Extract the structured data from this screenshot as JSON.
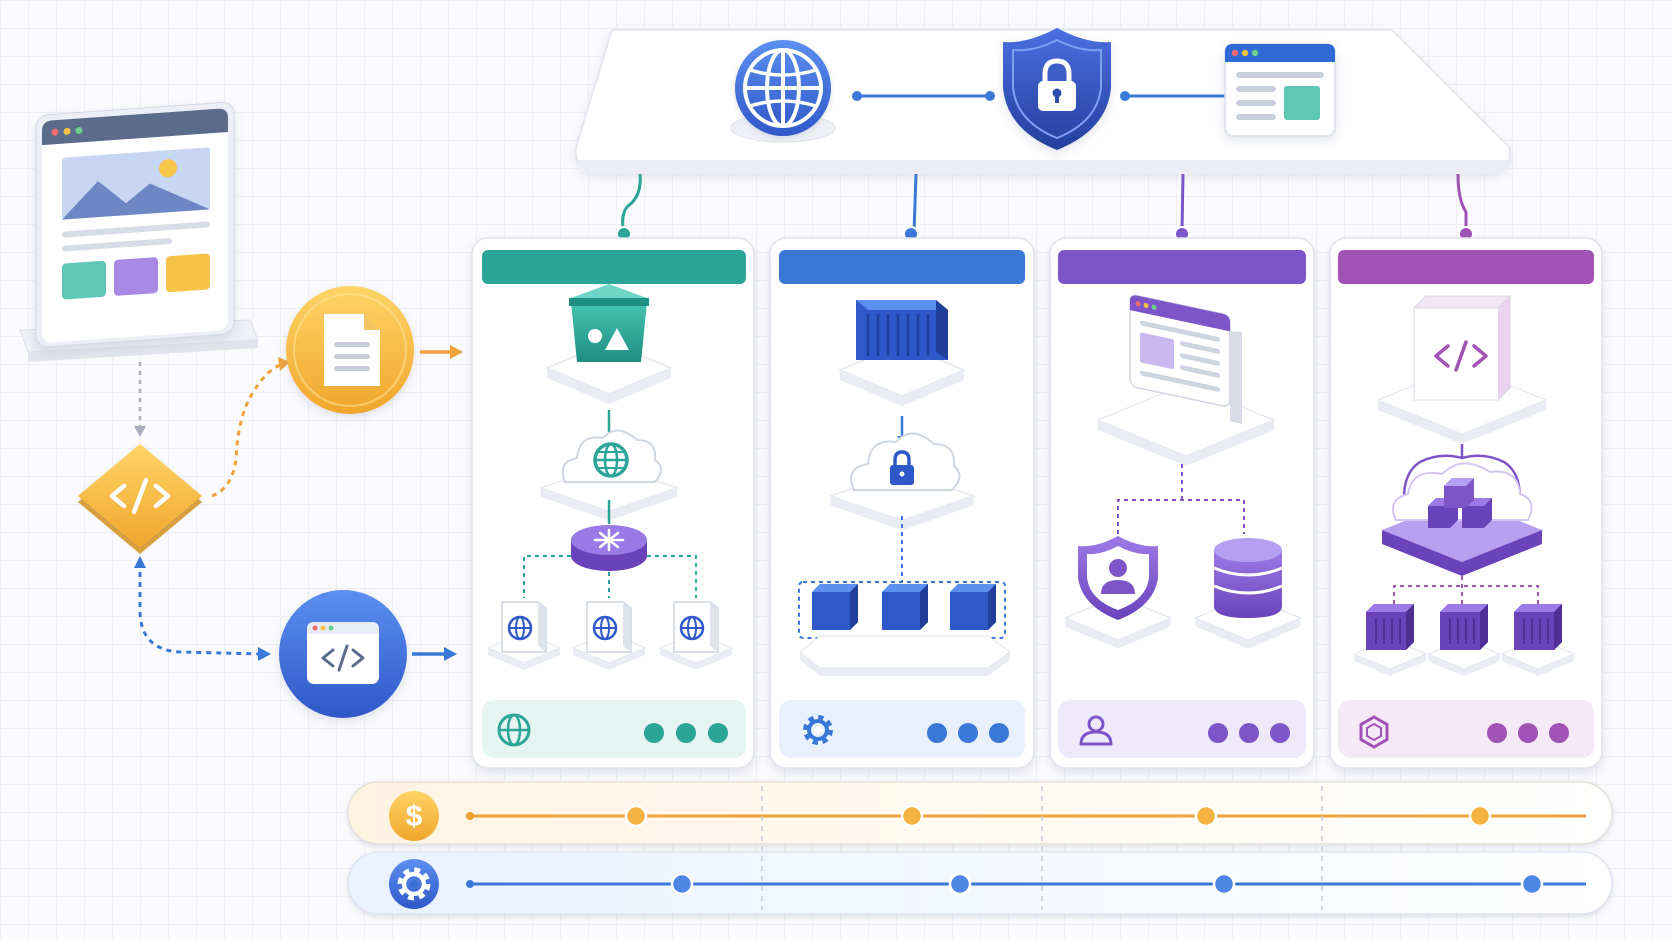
{
  "colors": {
    "teal": "#2ba597",
    "blue": "#3a78d8",
    "purple": "#7e55c9",
    "magenta": "#a052b5",
    "orange": "#f0a23a",
    "yellow": "#f5b942",
    "navy": "#2f4fb0"
  },
  "top_bar": {
    "icons": [
      "globe-icon",
      "shield-lock-icon",
      "browser-window-icon"
    ]
  },
  "left_flow": {
    "icons": [
      "browser-mockup-icon",
      "code-diamond-icon",
      "document-icon",
      "code-window-icon"
    ]
  },
  "columns": [
    {
      "id": "teal",
      "accent": "#2ba597",
      "icons": [
        "storage-bucket-icon",
        "cloud-globe-icon",
        "router-icon",
        "server-globe-icon"
      ],
      "footer_icon": "globe-icon"
    },
    {
      "id": "blue",
      "accent": "#3a78d8",
      "icons": [
        "container-icon",
        "cloud-lock-icon",
        "cube-icon"
      ],
      "footer_icon": "gear-icon"
    },
    {
      "id": "purple",
      "accent": "#7e55c9",
      "icons": [
        "web-app-icon",
        "user-shield-icon",
        "database-icon"
      ],
      "footer_icon": "user-icon"
    },
    {
      "id": "magenta",
      "accent": "#a052b5",
      "icons": [
        "code-box-icon",
        "cloud-cluster-icon",
        "node-icon"
      ],
      "footer_icon": "hexagon-icon"
    }
  ],
  "tracks": [
    {
      "id": "cost",
      "icon": "dollar-icon",
      "label": "$",
      "color": "#f0a23a"
    },
    {
      "id": "ops",
      "icon": "gear-icon",
      "color": "#3a78d8"
    }
  ]
}
